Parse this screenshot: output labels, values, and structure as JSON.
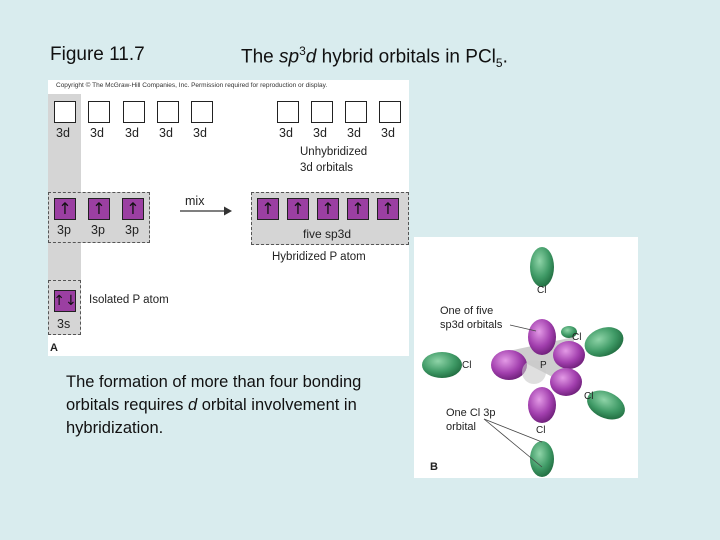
{
  "figure_label": "Figure 11.7",
  "title": {
    "prefix": "The ",
    "sp": "sp",
    "sup": "3",
    "d": "d",
    "mid": " hybrid orbitals in PCl",
    "sub": "5",
    "end": "."
  },
  "panel_a": {
    "copyright": "Copyright © The McGraw-Hill Companies, Inc. Permission required for reproduction or display.",
    "letter": "A",
    "left_3d_labels": [
      "3d",
      "3d",
      "3d",
      "3d",
      "3d"
    ],
    "right_3d_labels": [
      "3d",
      "3d",
      "3d",
      "3d"
    ],
    "unhybridized_line1": "Unhybridized",
    "unhybridized_line2": "3d orbitals",
    "p_labels": [
      "3p",
      "3p",
      "3p"
    ],
    "mix_label": "mix",
    "five_sp3d_label": "five sp3d",
    "hybridized_label": "Hybridized P atom",
    "isolated_label": "Isolated P atom",
    "s_label": "3s",
    "arrow_up": "↑",
    "arrow_updown": "↑↓"
  },
  "caption": {
    "part1": "The formation of more than four bonding orbitals requires ",
    "d": "d",
    "part2": " orbital involvement in hybridization."
  },
  "panel_b": {
    "letter": "B",
    "label_hybrid_1": "One of five",
    "label_hybrid_2": "sp3d orbitals",
    "label_cl_1": "One Cl 3p",
    "label_cl_2": "orbital",
    "cl": "Cl",
    "p": "P"
  },
  "colors": {
    "background": "#d9ecee",
    "hybrid_purple": "#9b3fa2",
    "cl_green": "#3f9a66"
  }
}
